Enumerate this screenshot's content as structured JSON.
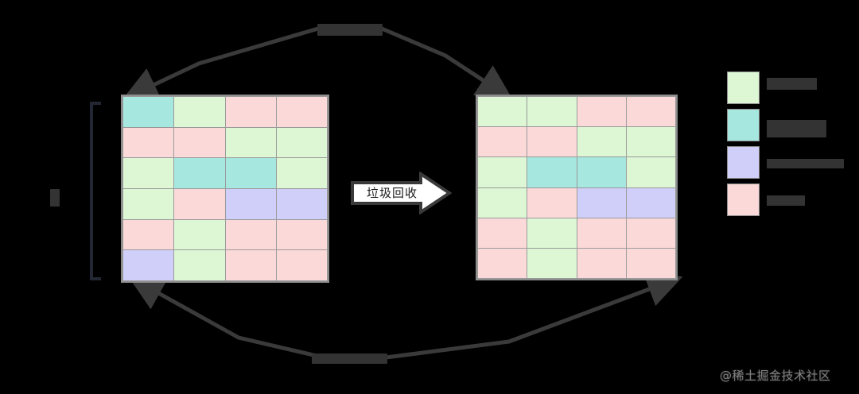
{
  "diagram": {
    "title_top_redacted": "",
    "title_bottom_redacted": "",
    "axis_label_redacted": "",
    "center_arrow_label": "垃圾回收",
    "watermark": "@稀土掘金技术社区"
  },
  "colors": {
    "background": "#000000",
    "grid_border": "#8d8d8d",
    "grid_gridline": "#9a9a9a",
    "green": "#ddf7d4",
    "cyan": "#a6e7e0",
    "lavender": "#cfcffa",
    "pink": "#fcd9d9",
    "bracket": "#222733",
    "connector": "#3a3a3a",
    "redacted_text": "#333333",
    "arrow_fill": "#ffffff",
    "arrow_stroke": "#3a3a3a",
    "watermark": "#9c9c9c"
  },
  "grid_before": {
    "name": "before-gc-heap",
    "rows": 6,
    "cols": 4,
    "cells": [
      [
        "cyan",
        "green",
        "pink",
        "pink"
      ],
      [
        "pink",
        "pink",
        "green",
        "green"
      ],
      [
        "green",
        "cyan",
        "cyan",
        "green"
      ],
      [
        "green",
        "pink",
        "lav",
        "lav"
      ],
      [
        "pink",
        "green",
        "pink",
        "pink"
      ],
      [
        "lav",
        "green",
        "pink",
        "pink"
      ]
    ]
  },
  "grid_after": {
    "name": "after-gc-heap",
    "rows": 6,
    "cols": 4,
    "cells": [
      [
        "green",
        "green",
        "pink",
        "pink"
      ],
      [
        "pink",
        "pink",
        "green",
        "green"
      ],
      [
        "green",
        "cyan",
        "cyan",
        "green"
      ],
      [
        "green",
        "pink",
        "lav",
        "lav"
      ],
      [
        "pink",
        "green",
        "pink",
        "pink"
      ],
      [
        "pink",
        "green",
        "pink",
        "pink"
      ]
    ]
  },
  "legend": {
    "items": [
      {
        "swatch": "green",
        "label_redacted": "",
        "width": 63
      },
      {
        "swatch": "cyan",
        "label_redacted": "",
        "width": 75
      },
      {
        "swatch": "lavender",
        "label_redacted": "",
        "width": 97
      },
      {
        "swatch": "pink",
        "label_redacted": "",
        "width": 48
      }
    ]
  }
}
